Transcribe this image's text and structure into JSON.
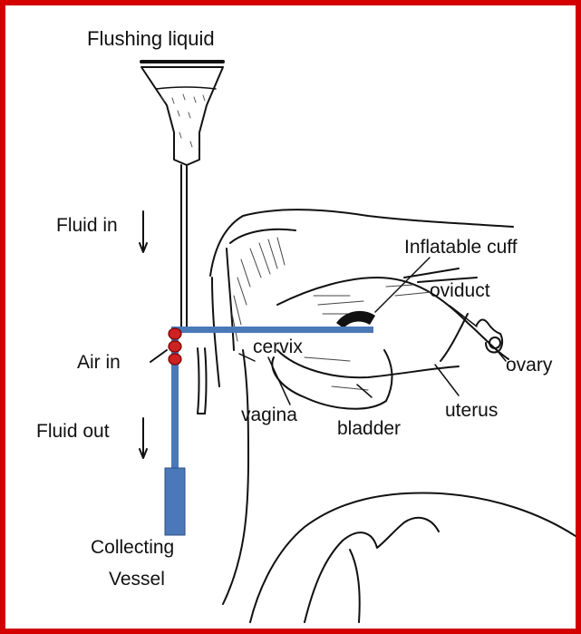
{
  "labels": {
    "flushing_liquid": "Flushing liquid",
    "fluid_in": "Fluid in",
    "air_in": "Air in",
    "fluid_out": "Fluid out",
    "collecting_vessel_line1": "Collecting",
    "collecting_vessel_line2": "Vessel",
    "inflatable_cuff": "Inflatable cuff",
    "oviduct": "oviduct",
    "cervix": "cervix",
    "ovary": "ovary",
    "vagina": "vagina",
    "bladder": "bladder",
    "uterus": "uterus"
  },
  "colors": {
    "frame": "#d40000",
    "catheter": "#4a78b8",
    "valve": "#cc2222",
    "ink": "#111111"
  }
}
